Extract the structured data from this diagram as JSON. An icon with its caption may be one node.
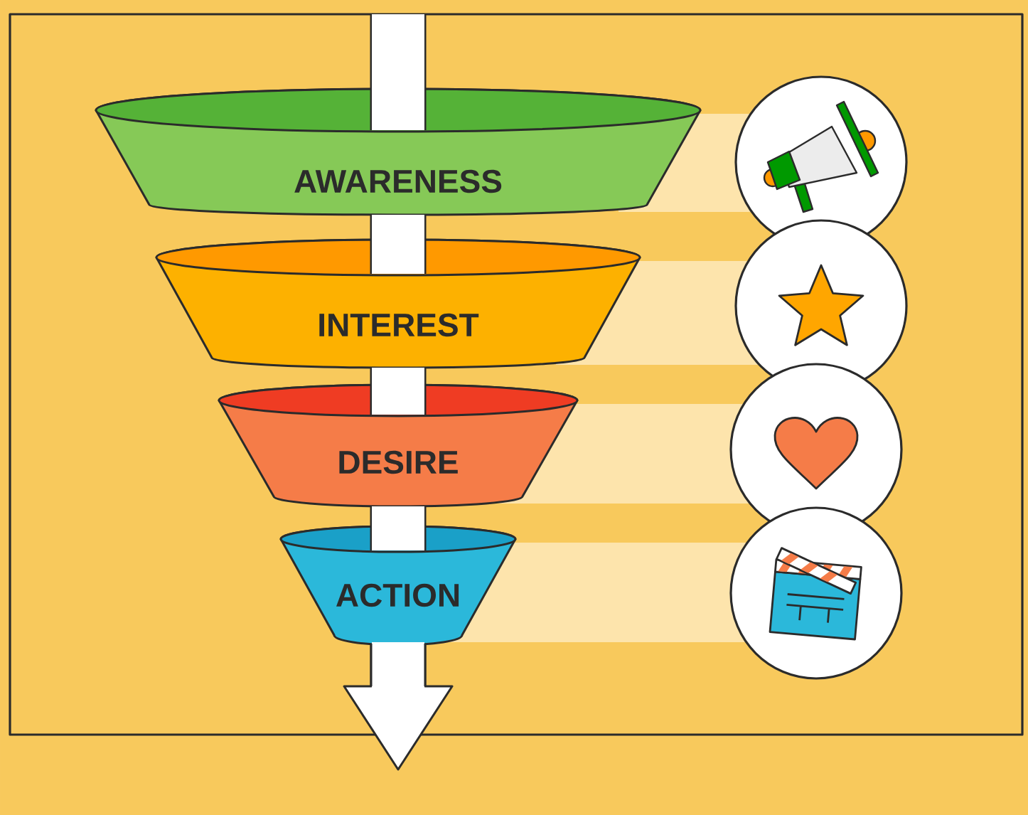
{
  "diagram": {
    "nodes": [
      {
        "text": [
          "AWARENESS"
        ]
      },
      {
        "text": [
          "INTEREST"
        ]
      },
      {
        "text": [
          "DESIRE"
        ]
      },
      {
        "text": [
          "ACTION"
        ]
      }
    ]
  }
}
